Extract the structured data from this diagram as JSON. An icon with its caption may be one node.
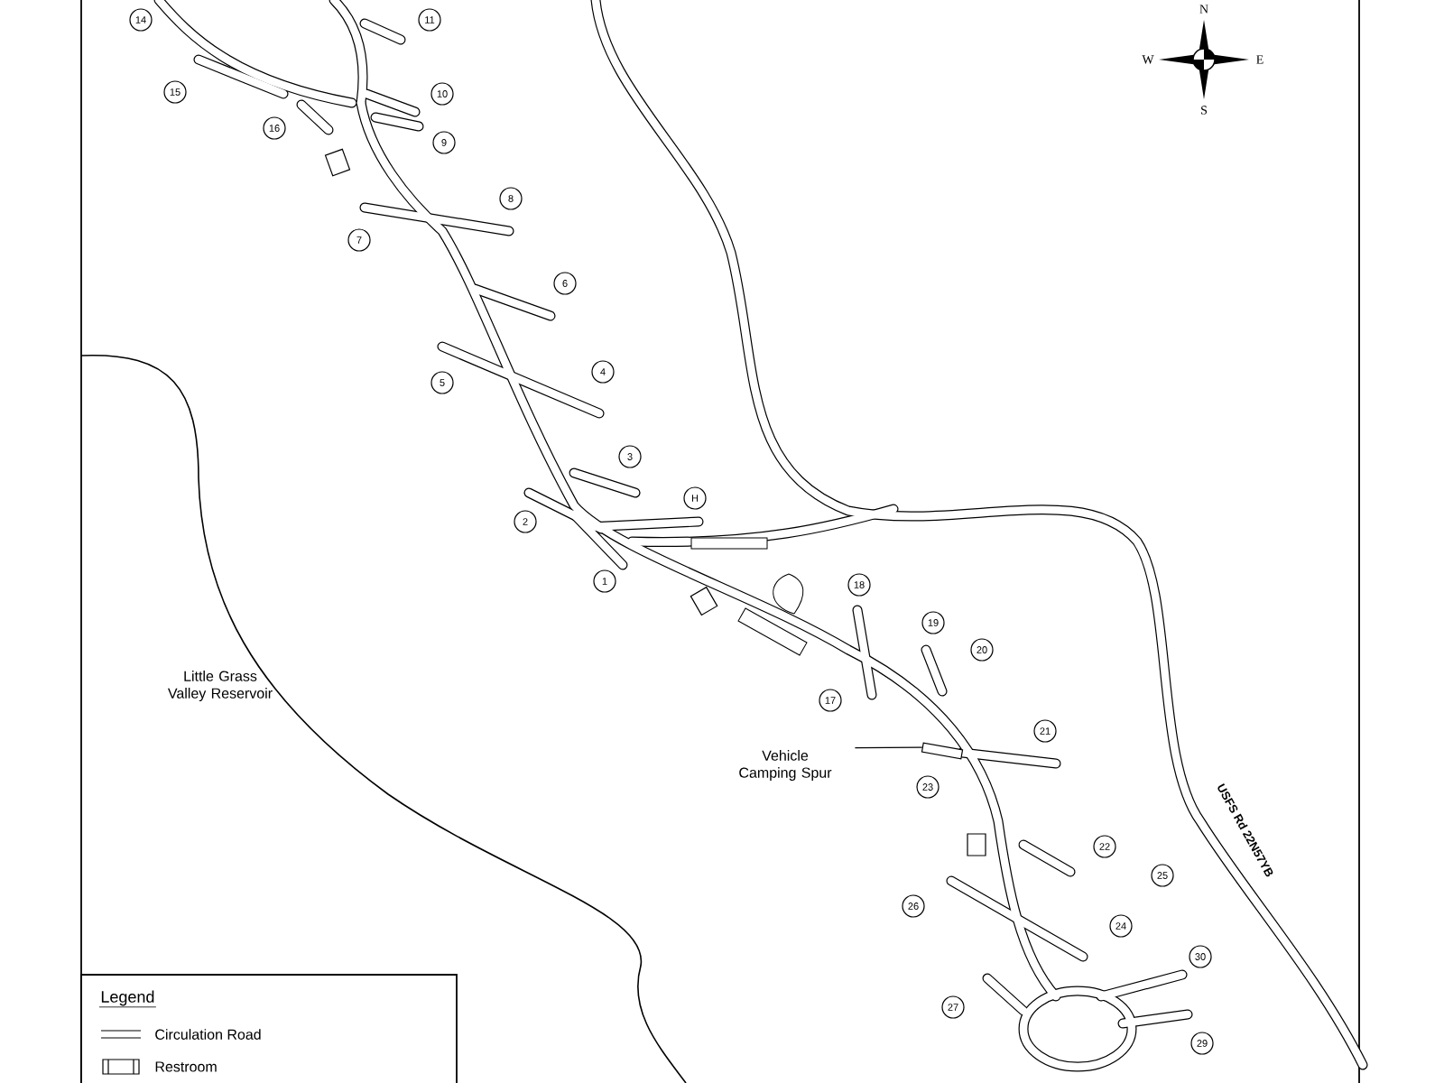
{
  "diagram": {
    "nodes": [
      {
        "text": [
          "14"
        ]
      },
      {
        "text": [
          "11"
        ]
      },
      {
        "text": [
          "15"
        ]
      },
      {
        "text": [
          "10"
        ]
      },
      {
        "text": [
          "16"
        ]
      },
      {
        "text": [
          "9"
        ]
      },
      {
        "text": [
          "8"
        ]
      },
      {
        "text": [
          "7"
        ]
      },
      {
        "text": [
          "6"
        ]
      },
      {
        "text": [
          "5"
        ]
      },
      {
        "text": [
          "4"
        ]
      },
      {
        "text": [
          "3"
        ]
      },
      {
        "text": [
          "H"
        ]
      },
      {
        "text": [
          "2"
        ]
      },
      {
        "text": [
          "1"
        ]
      },
      {
        "text": [
          "18"
        ]
      },
      {
        "text": [
          "19"
        ]
      },
      {
        "text": [
          "20"
        ]
      },
      {
        "text": [
          "17"
        ]
      },
      {
        "text": [
          "21"
        ]
      },
      {
        "text": [
          "23"
        ]
      },
      {
        "text": [
          "22"
        ]
      },
      {
        "text": [
          "25"
        ]
      },
      {
        "text": [
          "26"
        ]
      },
      {
        "text": [
          "24"
        ]
      },
      {
        "text": [
          "30"
        ]
      },
      {
        "text": [
          "27"
        ]
      },
      {
        "text": [
          "29"
        ]
      },
      {
        "text": [
          "Vehicle Camping Spur"
        ]
      },
      {
        "text": [],
        "shape": "bar"
      }
    ],
    "edges": [
      {
        "from": 28,
        "to": 29,
        "arrow": "none"
      }
    ],
    "labels": [
      "N",
      "W",
      "E",
      "S",
      "Little Grass Valley Reservoir",
      "USFS Rd 22N57YB",
      "Legend"
    ],
    "legend": [
      {
        "text": "Circulation Road"
      },
      {
        "text": "Restroom"
      }
    ]
  }
}
